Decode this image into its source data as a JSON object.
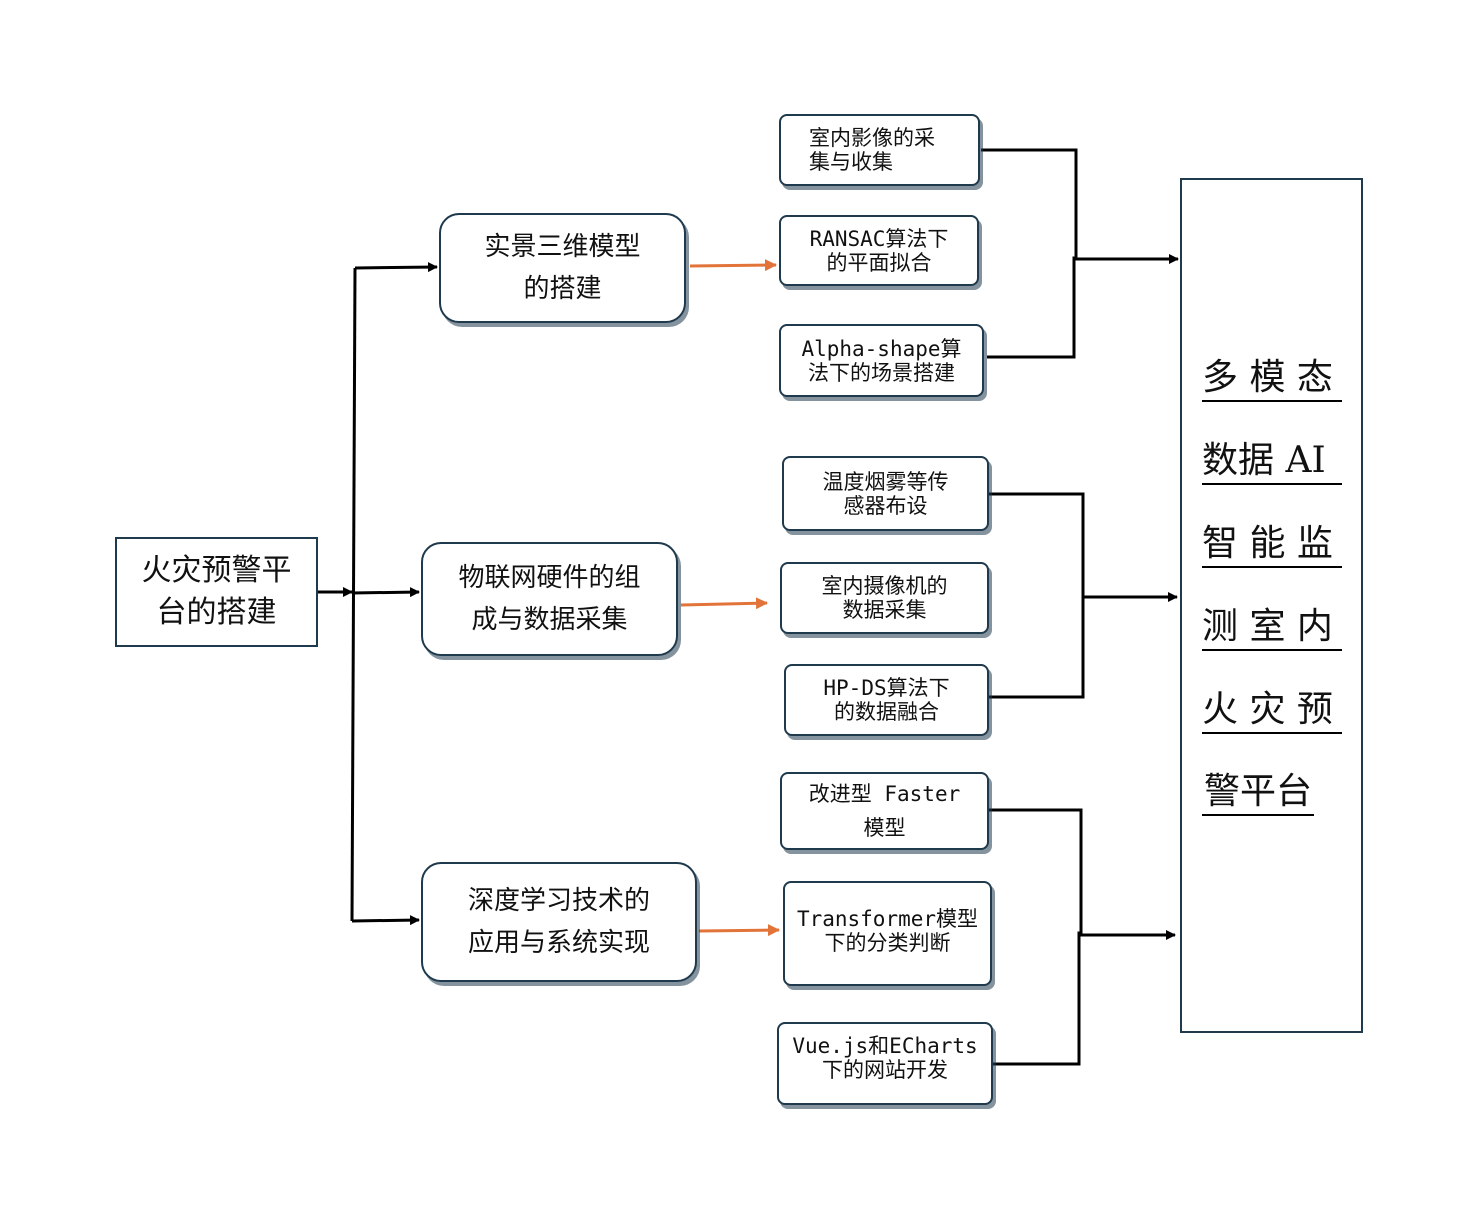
{
  "root": {
    "lines": [
      "火灾预警平",
      "台的搭建"
    ]
  },
  "branches": [
    {
      "lines": [
        "实景三维模型",
        "的搭建"
      ]
    },
    {
      "lines": [
        "物联网硬件的组",
        "成与数据采集"
      ]
    },
    {
      "lines": [
        "深度学习技术的",
        "应用与系统实现"
      ]
    }
  ],
  "leaves": [
    {
      "lines": [
        "室内影像的采",
        "集与收集"
      ]
    },
    {
      "lines": [
        "RANSAC算法下",
        "的平面拟合"
      ]
    },
    {
      "lines": [
        "Alpha-shape算",
        "法下的场景搭建"
      ]
    },
    {
      "lines": [
        "温度烟雾等传",
        "感器布设"
      ]
    },
    {
      "lines": [
        "室内摄像机的",
        "数据采集"
      ]
    },
    {
      "lines": [
        "HP-DS算法下",
        "的数据融合"
      ]
    },
    {
      "lines": [
        "改进型 Faster",
        "模型"
      ]
    },
    {
      "lines": [
        "Transformer模型",
        "下的分类判断"
      ]
    },
    {
      "lines": [
        "Vue.js和ECharts",
        "下的网站开发"
      ]
    }
  ],
  "goal": {
    "lines": [
      "多 模 态",
      "数据 AI",
      "智 能 监",
      "测 室 内",
      "火 灾 预",
      "警平台"
    ]
  },
  "colors": {
    "box_border": "#1f3a4d",
    "connector": "#000000",
    "arrow_orange": "#e2743a"
  }
}
